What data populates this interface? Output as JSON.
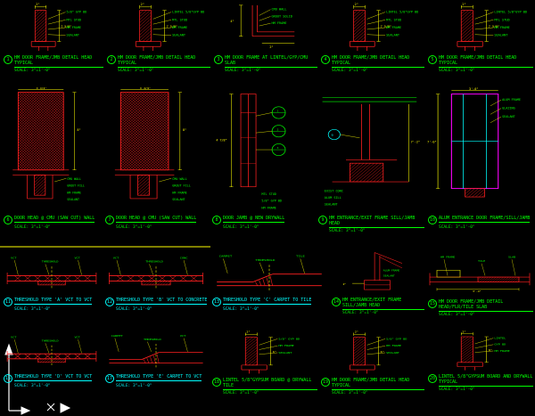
{
  "colors": {
    "background": "#000000",
    "red": "#ff2020",
    "yellow": "#ffff00",
    "green": "#00ff00",
    "cyan": "#00ffff",
    "magenta": "#ff00ff",
    "white": "#ffffff"
  },
  "default_scale": "SCALE: 3\"=1'-0\"",
  "panels": [
    {
      "num": "1",
      "type": "lintel",
      "title": "HM DOOR FRAME/JMB DETAIL HEAD TYPICAL",
      "scale": "SCALE: 3\"=1'-0\"",
      "color": "green",
      "notes": [
        "5/8\" GYP BD",
        "MTL STUD",
        "HM FRAME",
        "SEALANT"
      ],
      "dims": [
        "2\"",
        "7 5/8\""
      ]
    },
    {
      "num": "2",
      "type": "lintel",
      "title": "HM DOOR FRAME/JMB DETAIL HEAD TYPICAL",
      "scale": "SCALE: 3\"=1'-0\"",
      "color": "green",
      "notes": [
        "LINTEL 5/8\"GYP BD",
        "MTL STUD",
        "HM FRAME",
        "SEALANT"
      ],
      "dims": [
        "2\"",
        "7 5/8\""
      ]
    },
    {
      "num": "3",
      "type": "corner",
      "title": "HM DOOR FRAME AT LINTEL/GYP/CMU SLAB",
      "scale": "SCALE: 3\"=1'-0\"",
      "color": "green",
      "notes": [
        "CMU WALL",
        "GROUT SOLID",
        "HM FRAME"
      ],
      "dims": [
        "4\"",
        "2\""
      ]
    },
    {
      "num": "4",
      "type": "lintel",
      "title": "HM DOOR FRAME/JMB DETAIL HEAD TYPICAL",
      "scale": "SCALE: 3\"=1'-0\"",
      "color": "green",
      "notes": [
        "LINTEL 5/8\"GYP BD",
        "MTL STUD",
        "HM FRAME",
        "SEALANT"
      ],
      "dims": [
        "2\"",
        "7 5/8\""
      ]
    },
    {
      "num": "5",
      "type": "lintel",
      "title": "HM DOOR FRAME/JMB DETAIL HEAD TYPICAL",
      "scale": "SCALE: 3\"=1'-0\"",
      "color": "green",
      "notes": [
        "LINTEL 5/8\"GYP BD",
        "MTL STUD",
        "HM FRAME",
        "SEALANT"
      ],
      "dims": [
        "2\"",
        "7 5/8\""
      ]
    },
    {
      "num": "6",
      "type": "tall",
      "title": "DOOR HEAD @ CMU (SAW CUT) WALL",
      "scale": "SCALE: 3\"=1'-0\"",
      "color": "green",
      "notes": [
        "CMU WALL",
        "GROUT FILL",
        "HM FRAME",
        "SEALANT"
      ],
      "dims": [
        "8\"",
        "5 3/4\""
      ]
    },
    {
      "num": "7",
      "type": "tall",
      "title": "DOOR HEAD @ CMU (SAW CUT) WALL",
      "scale": "SCALE: 3\"=1'-0\"",
      "color": "green",
      "notes": [
        "CMU WALL",
        "GROUT FILL",
        "HM FRAME",
        "SEALANT"
      ],
      "dims": [
        "8\"",
        "5 3/4\""
      ]
    },
    {
      "num": "8",
      "type": "jamb",
      "title": "DOOR JAMB @ NEW DRYWALL",
      "scale": "SCALE: 3\"=1'-0\"",
      "color": "green",
      "notes": [
        "MTL STUD",
        "5/8\" GYP BD",
        "HM FRAME"
      ],
      "dims": [
        "4 7/8\""
      ]
    },
    {
      "num": "9",
      "type": "sillsec",
      "title": "HM ENTRANCE/EXIT FRAME SILL/JAMB HEAD",
      "scale": "SCALE: 3\"=1'-0\"",
      "color": "green",
      "notes": [
        "EXIST CONC",
        "ALUM SILL",
        "SEALANT"
      ],
      "dims": [
        "7'-2\""
      ]
    },
    {
      "num": "10",
      "type": "store",
      "title": "ALUM ENTRANCE DOOR FRAME/SILL/JAMB",
      "scale": "SCALE: 3\"=1'-0\"",
      "color": "green",
      "notes": [
        "ALUM FRAME",
        "GLAZING",
        "SEALANT"
      ],
      "dims": [
        "7'-0\"",
        "3'-0\""
      ]
    },
    {
      "num": "11",
      "type": "thflat",
      "title": "THRESHOLD TYPE 'A' VCT TO VCT",
      "scale": "SCALE: 3\"=1'-0\"",
      "color": "cyan",
      "notes": [
        "VCT",
        "THRESHOLD",
        "VCT"
      ],
      "dims": []
    },
    {
      "num": "12",
      "type": "thflat",
      "title": "THRESHOLD TYPE 'B' VCT TO CONCRETE",
      "scale": "SCALE: 3\"=1'-0\"",
      "color": "cyan",
      "notes": [
        "VCT",
        "THRESHOLD",
        "CONC"
      ],
      "dims": []
    },
    {
      "num": "13",
      "type": "thslope",
      "title": "THRESHOLD TYPE 'C' CARPET TO TILE",
      "scale": "SCALE: 3\"=1'-0\"",
      "color": "cyan",
      "notes": [
        "CARPET",
        "THRESHOLD",
        "TILE"
      ],
      "dims": []
    },
    {
      "num": "14",
      "type": "fcorner",
      "title": "HM ENTRANCE/EXIT FRAME SILL/JAMB HEAD",
      "scale": "SCALE: 3\"=1'-0\"",
      "color": "green",
      "notes": [
        "ALUM FRAME",
        "SEALANT"
      ],
      "dims": [
        "2\""
      ]
    },
    {
      "num": "15",
      "type": "silllong",
      "title": "HM DOOR FRAME/JMB DETAIL HEAD/FLR/TILE SLAB",
      "scale": "SCALE: 3\"=1'-0\"",
      "color": "green",
      "notes": [
        "HM FRAME",
        "TILE",
        "SLAB"
      ],
      "dims": [
        "3'-4\""
      ]
    },
    {
      "num": "16",
      "type": "thflat",
      "title": "THRESHOLD TYPE 'D' VCT TO VCT",
      "scale": "SCALE: 3\"=1'-0\"",
      "color": "cyan",
      "notes": [
        "VCT",
        "THRESHOLD",
        "VCT"
      ],
      "dims": []
    },
    {
      "num": "17",
      "type": "thslope",
      "title": "THRESHOLD TYPE 'E' CARPET TO VCT",
      "scale": "SCALE: 3\"=1'-0\"",
      "color": "cyan",
      "notes": [
        "CARPET",
        "THRESHOLD",
        "VCT"
      ],
      "dims": []
    },
    {
      "num": "18",
      "type": "lintel",
      "title": "LINTEL 5/8\"GYPSUM BOARD @ DRYWALL TILE",
      "scale": "SCALE: 3\"=1'-0\"",
      "color": "green",
      "notes": [
        "5/8\" GYP BD",
        "HM FRAME",
        "SEALANT"
      ],
      "dims": [
        "2\"",
        "6\""
      ]
    },
    {
      "num": "19",
      "type": "lintel",
      "title": "HM DOOR FRAME/JMB DETAIL HEAD TYPICAL",
      "scale": "SCALE: 3\"=1'-0\"",
      "color": "green",
      "notes": [
        "5/8\" GYP BD",
        "HM FRAME",
        "SEALANT"
      ],
      "dims": [
        "2\"",
        "6\""
      ]
    },
    {
      "num": "20",
      "type": "lintel",
      "title": "LINTEL 5/8\"GYPSUM BOARD AND DRYWALL TYPICAL",
      "scale": "SCALE: 3\"=1'-0\"",
      "color": "green",
      "notes": [
        "LINTEL",
        "GYP BD",
        "HM FRAME"
      ],
      "dims": [
        "2\"",
        "6\""
      ]
    }
  ]
}
